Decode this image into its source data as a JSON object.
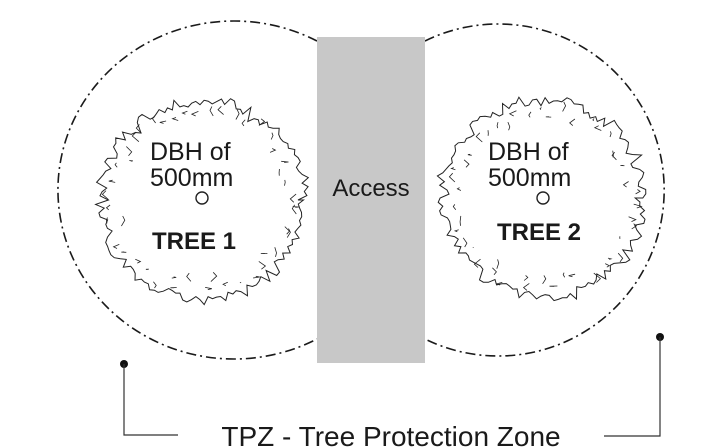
{
  "trees": [
    {
      "dbh_line1": "DBH of",
      "dbh_line2": "500mm",
      "name": "TREE 1"
    },
    {
      "dbh_line1": "DBH of",
      "dbh_line2": "500mm",
      "name": "TREE 2"
    }
  ],
  "access_label": "Access",
  "tpz_label": "TPZ - Tree Protection Zone",
  "colors": {
    "access_fill": "#c8c8c8",
    "line": "#1a1a1a"
  }
}
